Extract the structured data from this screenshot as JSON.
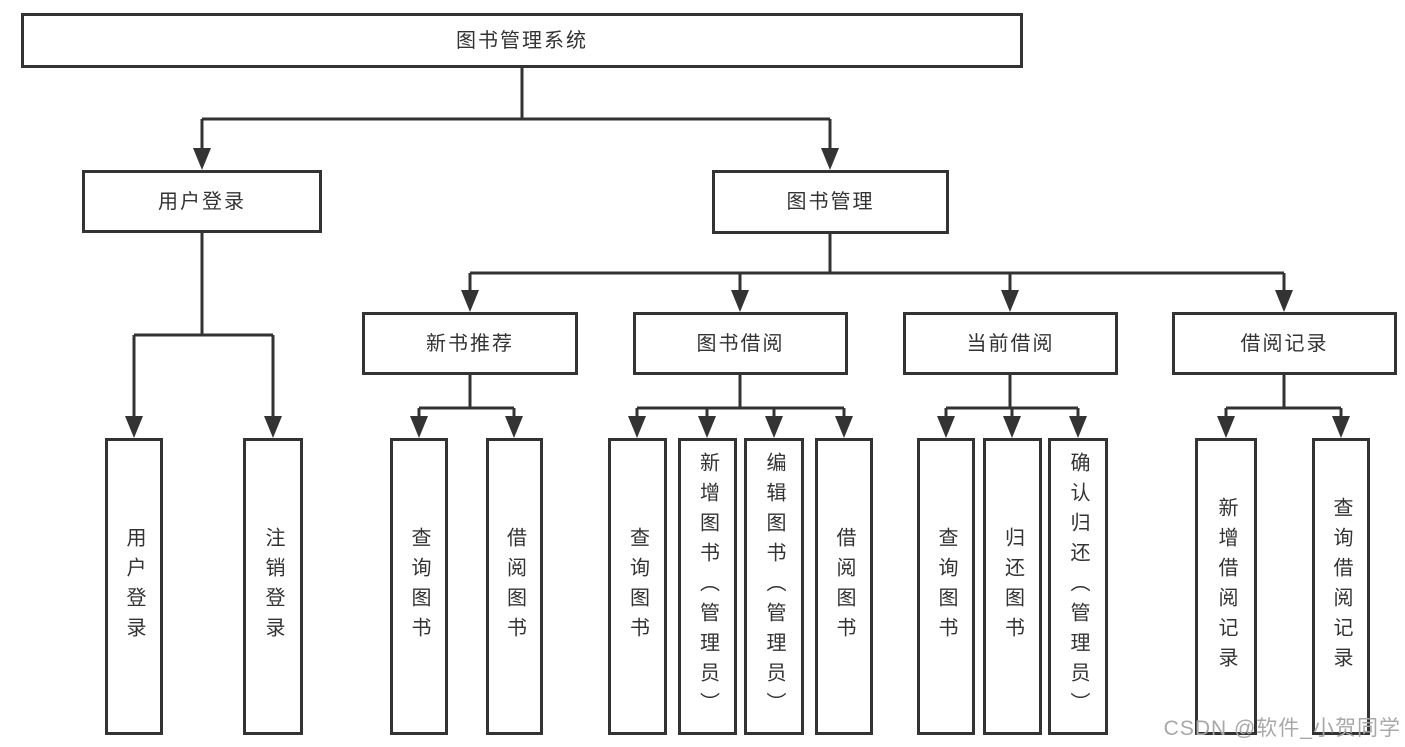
{
  "diagram": {
    "root": {
      "label": "图书管理系统"
    },
    "children": [
      {
        "label": "用户登录",
        "children": [
          {
            "label": "用户登录"
          },
          {
            "label": "注销登录"
          }
        ]
      },
      {
        "label": "图书管理",
        "children": [
          {
            "label": "新书推荐",
            "children": [
              {
                "label": "查询图书"
              },
              {
                "label": "借阅图书"
              }
            ]
          },
          {
            "label": "图书借阅",
            "children": [
              {
                "label": "查询图书"
              },
              {
                "label": "新增图书（管理员）"
              },
              {
                "label": "编辑图书（管理员）"
              },
              {
                "label": "借阅图书"
              }
            ]
          },
          {
            "label": "当前借阅",
            "children": [
              {
                "label": "查询图书"
              },
              {
                "label": "归还图书"
              },
              {
                "label": "确认归还（管理员）"
              }
            ]
          },
          {
            "label": "借阅记录",
            "children": [
              {
                "label": "新增借阅记录"
              },
              {
                "label": "查询借阅记录"
              }
            ]
          }
        ]
      }
    ]
  },
  "watermark": {
    "text": "CSDN @软件_小贺同学",
    "color": "#a8a8a8"
  },
  "colors": {
    "line": "#333333",
    "text": "#333333",
    "background": "#ffffff"
  }
}
